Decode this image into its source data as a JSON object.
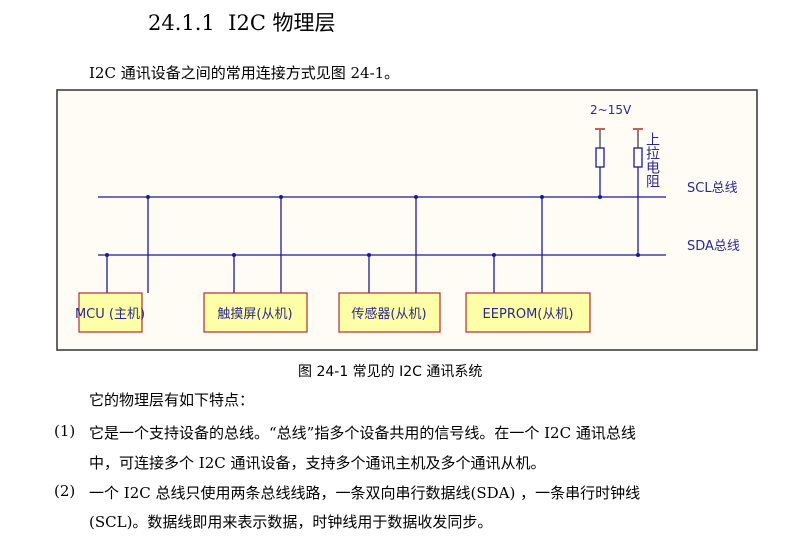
{
  "section": {
    "number": "24.1.1",
    "title": "I2C 物理层"
  },
  "intro": "I2C 通讯设备之间的常用连接方式见图 24-1。",
  "figure": {
    "voltage": "2~15V",
    "pullup_label": "上拉电阻",
    "scl_label": "SCL总线",
    "sda_label": "SDA总线",
    "devices": [
      "MCU (主机)",
      "触摸屏(从机)",
      "传感器(从机)",
      "EEPROM(从机)"
    ],
    "caption": "图 24-1 常见的 I2C 通讯系统"
  },
  "lead": "它的物理层有如下特点：",
  "items": [
    {
      "num": "(1)",
      "line1": "它是一个支持设备的总线。“总线”指多个设备共用的信号线。在一个  I2C  通讯总线",
      "line2": "中，可连接多个 I2C 通讯设备，支持多个通讯主机及多个通讯从机。"
    },
    {
      "num": "(2)",
      "line1": "一个  I2C  总线只使用两条总线线路，一条双向串行数据线(SDA) ，一条串行时钟线",
      "line2": "(SCL)。数据线即用来表示数据，时钟线用于数据收发同步。"
    }
  ]
}
